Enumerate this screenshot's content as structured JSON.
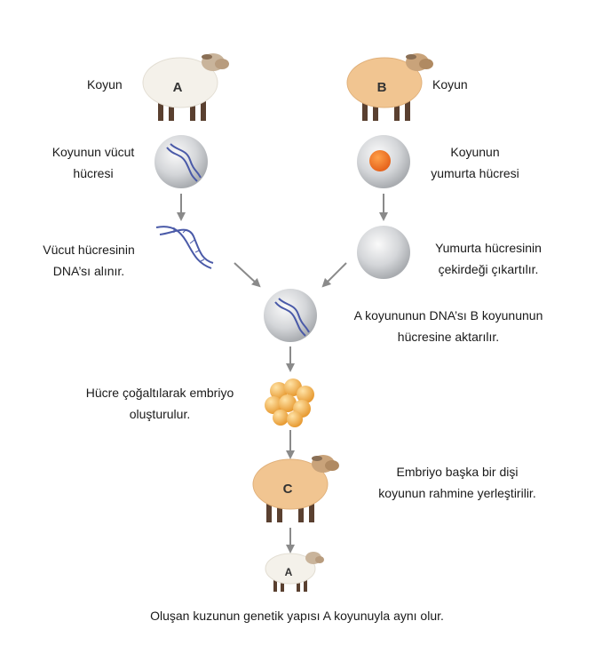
{
  "labels": {
    "sheep_a": "A",
    "sheep_b": "B",
    "sheep_c": "C",
    "lamb": "A",
    "koyun_left": "Koyun",
    "koyun_right": "Koyun",
    "body_cell_1": "Koyunun vücut",
    "body_cell_2": "hücresi",
    "egg_cell_1": "Koyunun",
    "egg_cell_2": "yumurta hücresi",
    "dna_taken_1": "Vücut hücresinin",
    "dna_taken_2": "DNA’sı alınır.",
    "nucleus_removed_1": "Yumurta hücresinin",
    "nucleus_removed_2": "çekirdeği çıkartılır.",
    "transfer_1": "A koyununun DNA’sı B koyununun",
    "transfer_2": "hücresine aktarılır.",
    "embryo_1": "Hücre çoğaltılarak embriyo",
    "embryo_2": "oluşturulur.",
    "implant_1": "Embriyo başka bir dişi",
    "implant_2": "koyunun rahmine yerleştirilir.",
    "conclusion": "Oluşan kuzunun genetik yapısı A koyunuyla aynı olur."
  },
  "colors": {
    "sheep_a_fleece": "#f4f1ea",
    "sheep_b_fleece": "#f1c591",
    "sheep_c_fleece": "#f1c591",
    "head": "#b89c7e",
    "legs": "#5a4030",
    "cell": "#c9cbce",
    "nucleus": "#ef7a22",
    "dna": "#4a5aa8",
    "embryo": "#f2b24e",
    "arrow": "#8a8a8a"
  },
  "icons": [
    "sheep-a-icon",
    "sheep-b-icon",
    "body-cell-icon",
    "egg-cell-icon",
    "dna-strand-icon",
    "enucleated-cell-icon",
    "combined-cell-icon",
    "embryo-icon",
    "sheep-c-icon",
    "lamb-icon"
  ]
}
